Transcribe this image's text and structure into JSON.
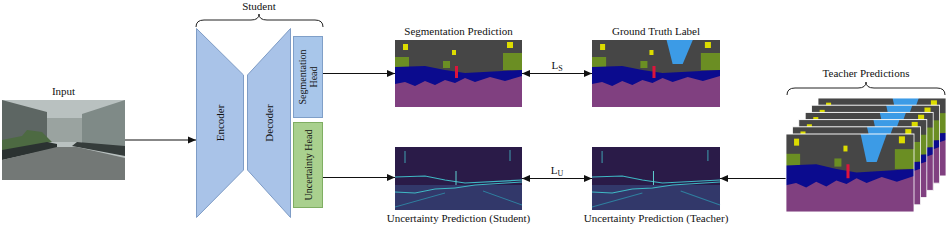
{
  "diagram": {
    "nodes": [
      {
        "text": [
          "Input"
        ]
      },
      {
        "text": [
          "Encoder"
        ]
      },
      {
        "text": [
          "Decoder"
        ]
      },
      {
        "text": [
          "Segmentation Head"
        ]
      },
      {
        "text": [
          "Uncertainty Head"
        ]
      },
      {
        "text": [
          "Segmentation Prediction"
        ]
      },
      {
        "text": [
          "Ground Truth Label"
        ]
      },
      {
        "text": [
          "Uncertainty Prediction (Student)"
        ]
      },
      {
        "text": [
          "Uncertainty Prediction (Teacher)"
        ]
      },
      {
        "text": [
          "Teacher Predictions"
        ]
      }
    ],
    "edges": [
      {
        "from": 0,
        "to": 1,
        "arrow": "to"
      },
      {
        "from": 3,
        "to": 5,
        "arrow": "to"
      },
      {
        "from": 4,
        "to": 7,
        "arrow": "to"
      },
      {
        "from": 5,
        "to": 6,
        "arrow": "both",
        "label": "LS"
      },
      {
        "from": 7,
        "to": 8,
        "arrow": "both",
        "label": "LU"
      },
      {
        "from": 9,
        "to": 8,
        "arrow": "to"
      }
    ],
    "labels": [
      "Student"
    ]
  }
}
